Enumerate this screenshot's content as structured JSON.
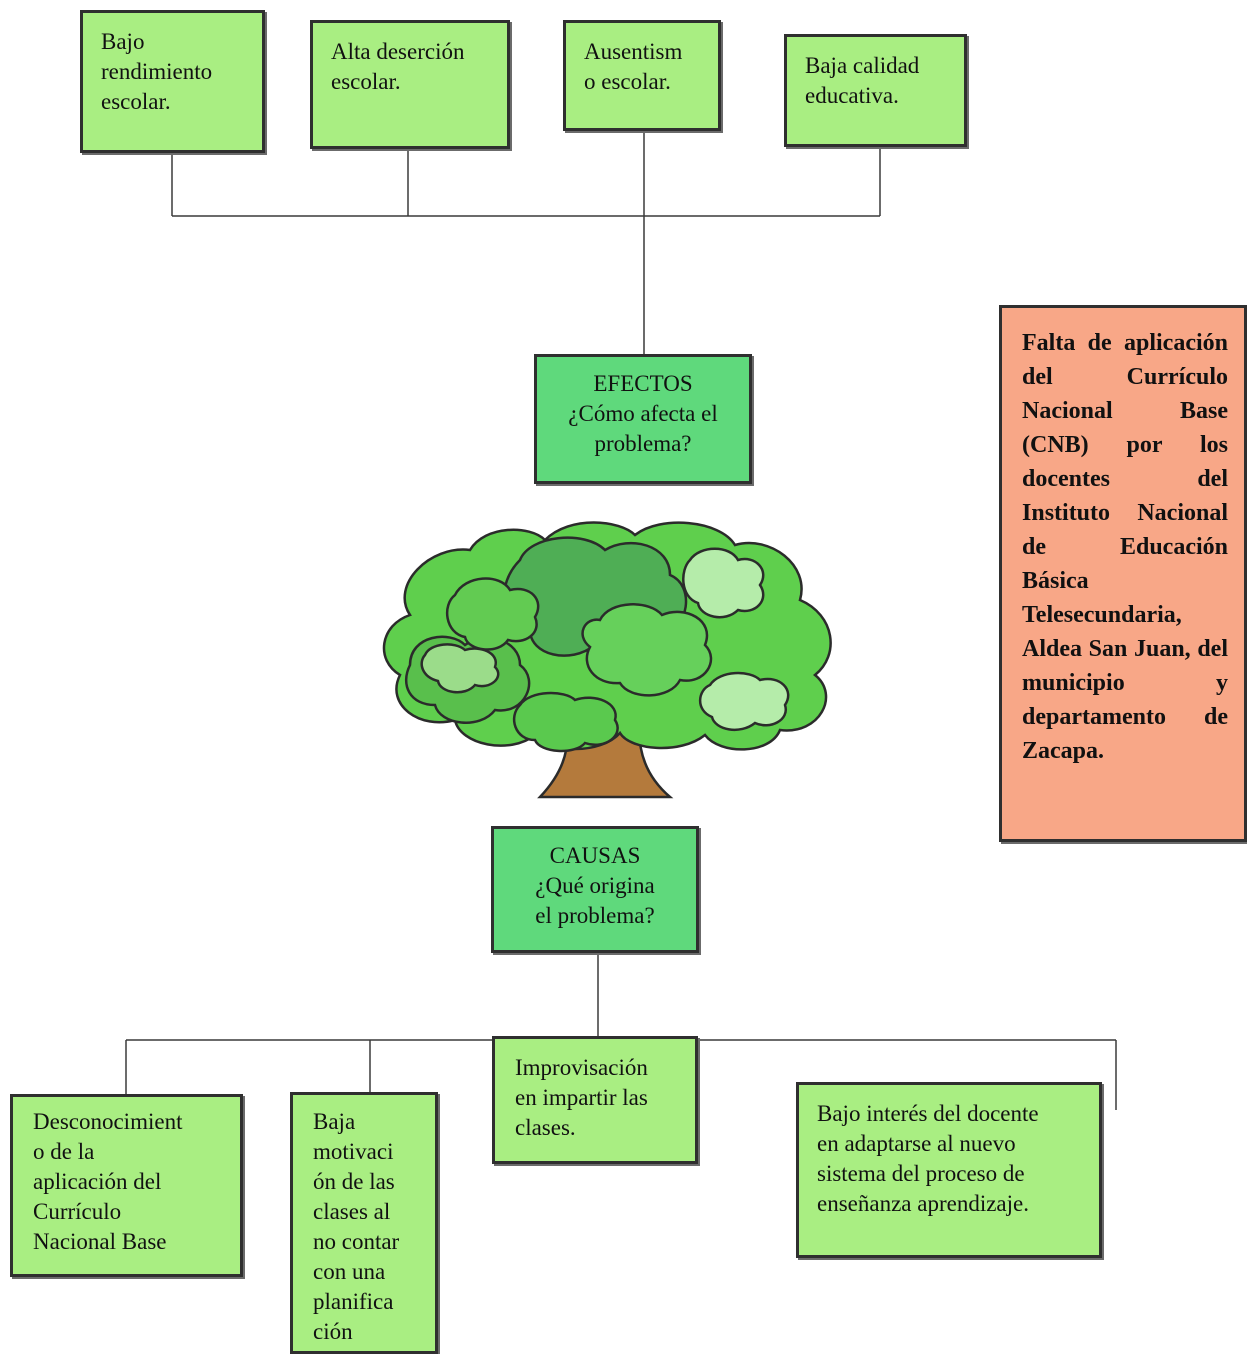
{
  "effects": [
    {
      "text": "Bajo\nrendimiento\nescolar."
    },
    {
      "text": "Alta deserción\nescolar."
    },
    {
      "text": "Ausentism\no escolar."
    },
    {
      "text": "Baja calidad\neducativa."
    }
  ],
  "efectos_box": {
    "text": "EFECTOS\n¿Cómo afecta el\nproblema?"
  },
  "causas_box": {
    "text": "CAUSAS\n¿Qué origina\nel problema?"
  },
  "problem_box": {
    "text": "Falta de aplicación del Currículo Nacional Base (CNB) por los docentes del Instituto Nacional de Educación Básica Telesecundaria, Aldea San Juan, del municipio y departamento de Zacapa."
  },
  "causes": [
    {
      "text": "Desconocimient\no de la\naplicación del\nCurrículo\nNacional Base"
    },
    {
      "text": "Baja\nmotivaci\nón de las\nclases al\nno contar\ncon una\nplanifica\nción"
    },
    {
      "text": "Improvisación\nen impartir las\nclases."
    },
    {
      "text": "Bajo interés del docente\nen adaptarse al nuevo\nsistema del proceso de\nenseñanza aprendizaje."
    }
  ],
  "colors": {
    "light_green": "#a9ee82",
    "mid_green": "#5fd97c",
    "orange": "#f8a787"
  },
  "illustration": {
    "name": "tree-icon"
  }
}
